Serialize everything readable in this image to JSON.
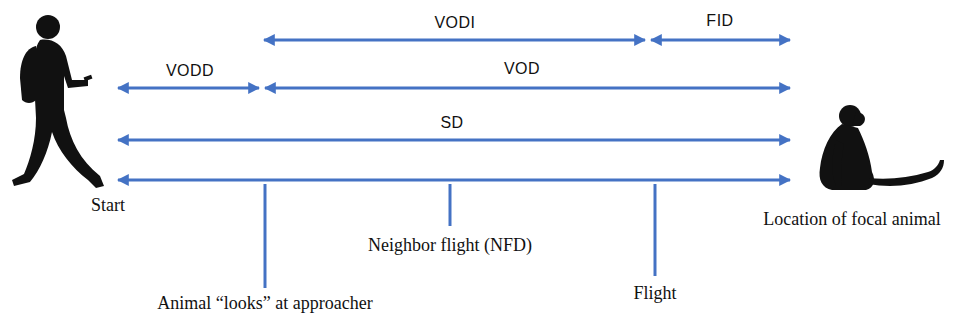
{
  "diagram": {
    "labels": [
      "VODI",
      "FID",
      "VODD",
      "VOD",
      "SD",
      "Start",
      "Neighbor flight (NFD)",
      "Location of focal animal",
      "Animal “looks” at approacher",
      "Flight"
    ]
  }
}
